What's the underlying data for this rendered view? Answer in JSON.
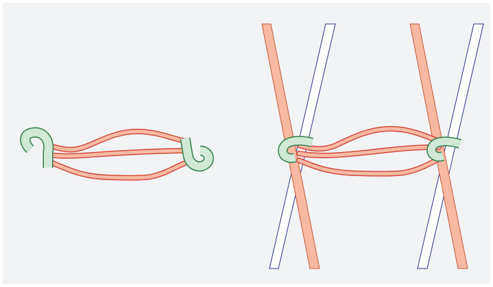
{
  "colors": {
    "background": "#f2f3f5",
    "rope_fill": "#f7bba5",
    "rope_stroke": "#d24a3a",
    "hook_fill": "#cfe9d6",
    "hook_stroke": "#2e7d45",
    "pole_red_fill": "#f8b9a2",
    "pole_red_stroke": "#c85a3a",
    "pole_blue_fill": "#ffffff",
    "pole_blue_stroke": "#2b2f8f"
  },
  "figures": [
    {
      "name": "rope-with-hooks",
      "hooks": 2,
      "strands": 3
    },
    {
      "name": "rope-on-poles",
      "hooks": 2,
      "strands": 3,
      "pole_pairs": 2
    }
  ]
}
